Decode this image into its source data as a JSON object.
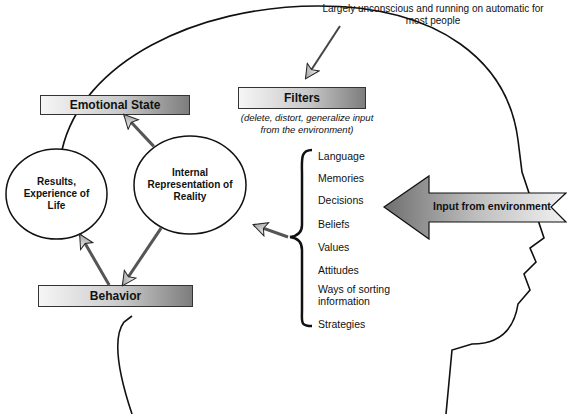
{
  "diagram": {
    "nodes": [
      {
        "text": [
          "Emotional State"
        ]
      },
      {
        "text": [
          "Filters"
        ]
      },
      {
        "text": [
          "Results, Experience of Life"
        ]
      },
      {
        "text": [
          "Internal Representation of Reality"
        ]
      },
      {
        "text": [
          "Behavior"
        ]
      },
      {
        "text": [
          "Input from environment"
        ]
      }
    ],
    "edges": [
      {
        "from": 3,
        "to": 0,
        "arrow": "to"
      },
      {
        "from": 3,
        "to": 4,
        "arrow": "to"
      },
      {
        "from": 4,
        "to": 2,
        "arrow": "to"
      }
    ],
    "labels": [
      "Largely unconscious and running on automatic for most people",
      "(delete, distort, generalize input from the environment)",
      "Language",
      "Memories",
      "Decisions",
      "Beliefs",
      "Values",
      "Attitudes",
      "Ways of sorting information",
      "Strategies"
    ]
  }
}
